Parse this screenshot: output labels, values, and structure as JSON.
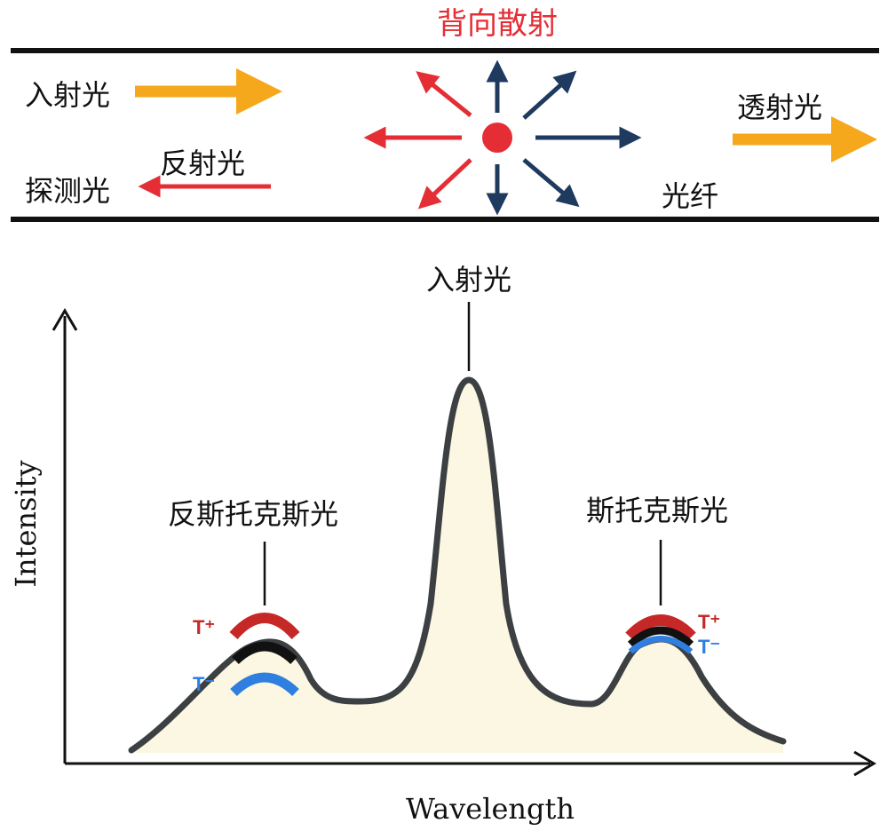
{
  "fiber_panel": {
    "title": "背向散射",
    "incident_label": "入射光",
    "probe_label": "探测光",
    "reflected_label": "反射光",
    "transmitted_label": "透射光",
    "fiber_label": "光纤"
  },
  "spectrum_panel": {
    "y_axis_label": "Intensity",
    "x_axis_label": "Wavelength",
    "center_peak_label": "入射光",
    "left_peak_label": "反斯托克斯光",
    "right_peak_label": "斯托克斯光",
    "left_t_plus": "T⁺",
    "left_t_minus": "T⁻",
    "right_t_plus": "T⁺",
    "right_t_minus": "T⁻"
  },
  "colors": {
    "title_red": "#e52d35",
    "line_black": "#111111",
    "incident_orange": "#f5a81c",
    "scatter_red": "#e52d35",
    "scatter_navy": "#1f3a5f",
    "curve_gray": "#3c4043",
    "fill_cream": "#fbf7e2",
    "t_plus_red": "#c62828",
    "t_minus_blue": "#2f7fe0",
    "t_ref_black": "#111111"
  },
  "icons": {
    "incident_arrow": "arrow-right",
    "reflected_arrow": "arrow-left",
    "transmitted_arrow": "arrow-right",
    "scatter_center": "scatter-point",
    "axis_y": "arrow-up",
    "axis_x": "arrow-right"
  }
}
